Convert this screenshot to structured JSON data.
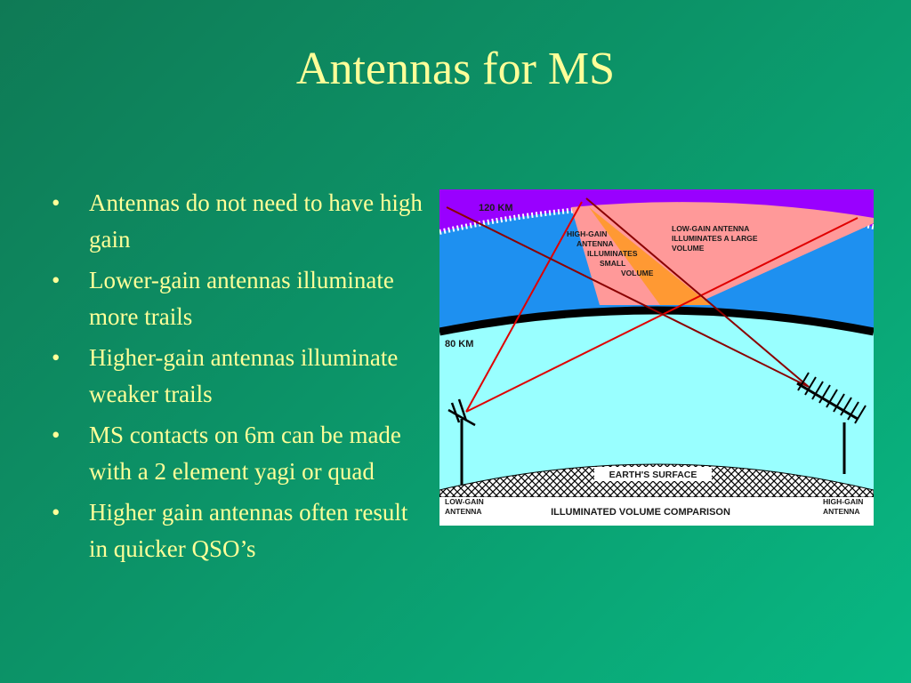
{
  "slide": {
    "title": "Antennas for MS",
    "bullets": [
      "Antennas do not need to have high gain",
      "Lower-gain antennas illuminate more trails",
      "Higher-gain antennas illuminate weaker trails",
      "MS contacts on 6m can be made with a 2 element yagi or quad",
      "Higher gain antennas often result in quicker QSO’s"
    ],
    "bullet_glyph": "•"
  },
  "diagram": {
    "label_120km": "120 KM",
    "label_80km": "80 KM",
    "high_gain_note": [
      "HIGH-GAIN",
      "ANTENNA",
      "ILLUMINATES",
      "SMALL",
      "VOLUME"
    ],
    "low_gain_note": [
      "LOW-GAIN ANTENNA",
      "ILLUMINATES A LARGE",
      "VOLUME"
    ],
    "earth_surface": "EARTH'S SURFACE",
    "left_antenna": [
      "LOW-GAIN",
      "ANTENNA"
    ],
    "right_antenna": [
      "HIGH-GAIN",
      "ANTENNA"
    ],
    "caption": "ILLUMINATED VOLUME COMPARISON",
    "colors": {
      "sky_top": "#9900ff",
      "layer_band": "#1e90f0",
      "lower_atmosphere": "#99ffff",
      "low_gain_volume": "#ff9999",
      "high_gain_volume": "#ff9933",
      "beam_red": "#e00000",
      "beam_dark": "#8b0000"
    }
  }
}
